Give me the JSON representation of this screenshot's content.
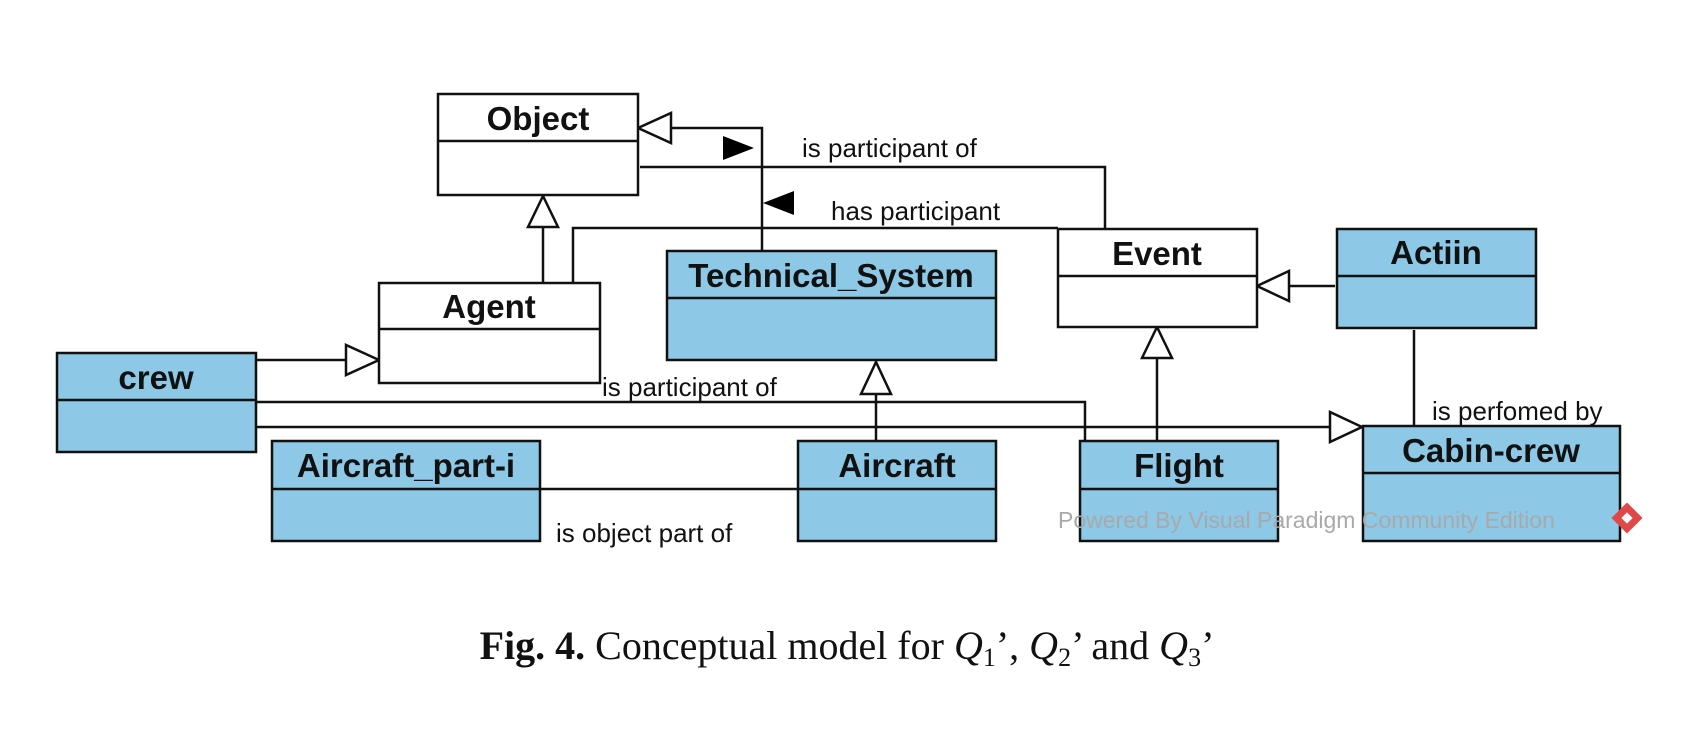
{
  "classes": {
    "object": {
      "name": "Object",
      "fill": "#ffffff"
    },
    "agent": {
      "name": "Agent",
      "fill": "#ffffff"
    },
    "technical_system": {
      "name": "Technical_System",
      "fill": "#8dc8e6"
    },
    "event": {
      "name": "Event",
      "fill": "#ffffff"
    },
    "action": {
      "name": "Actiin",
      "fill": "#8dc8e6"
    },
    "crew": {
      "name": "crew",
      "fill": "#8dc8e6"
    },
    "aircraft_part": {
      "name": "Aircraft_part-i",
      "fill": "#8dc8e6"
    },
    "aircraft": {
      "name": "Aircraft",
      "fill": "#8dc8e6"
    },
    "flight": {
      "name": "Flight",
      "fill": "#8dc8e6"
    },
    "cabin_crew": {
      "name": "Cabin-crew",
      "fill": "#8dc8e6"
    }
  },
  "relations": {
    "is_participant_of_top": "is participant of",
    "has_participant": "has participant",
    "is_participant_of_crew": "is participant of",
    "is_object_part_of": "is object part of",
    "is_performed_by": "is perfomed by"
  },
  "watermark": "Powered By  Visual Paradigm Community Edition",
  "caption": {
    "label": "Fig. 4.",
    "text": "Conceptual model for",
    "q1": "Q",
    "q1_sub": "1",
    "q1_suffix": "’,",
    "q2": "Q",
    "q2_sub": "2",
    "q2_suffix": "’ and",
    "q3": "Q",
    "q3_sub": "3",
    "q3_suffix": "’"
  }
}
